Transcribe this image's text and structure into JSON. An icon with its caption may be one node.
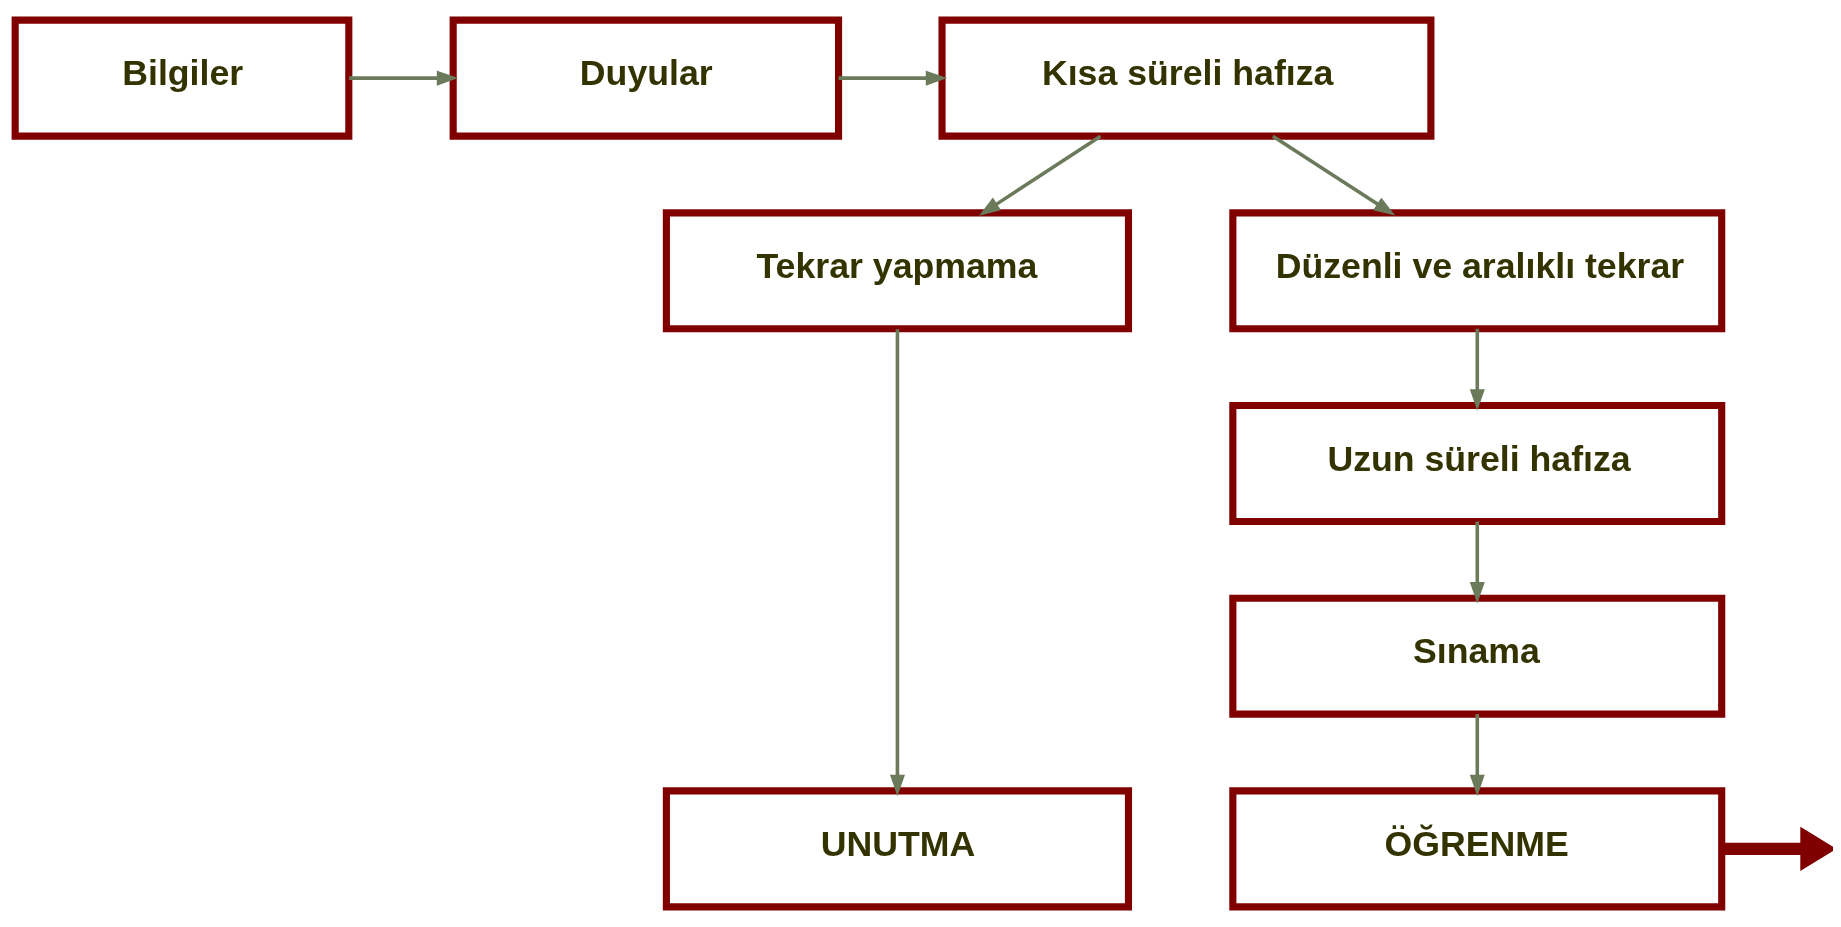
{
  "diagram": {
    "nodes": [
      {
        "text": [
          "Bilgiler"
        ]
      },
      {
        "text": [
          "Duyular"
        ]
      },
      {
        "text": [
          "Kısa süreli hafıza"
        ]
      },
      {
        "text": [
          "Tekrar yapmama"
        ]
      },
      {
        "text": [
          "Düzenli ve aralıklı tekrar"
        ]
      },
      {
        "text": [
          "Uzun süreli hafıza"
        ]
      },
      {
        "text": [
          "Sınama"
        ]
      },
      {
        "text": [
          "UNUTMA"
        ]
      },
      {
        "text": [
          "ÖĞRENME"
        ]
      }
    ],
    "edges": [
      {
        "from": 0,
        "to": 1,
        "arrow": "to"
      },
      {
        "from": 1,
        "to": 2,
        "arrow": "to"
      },
      {
        "from": 2,
        "to": 3,
        "arrow": "to"
      },
      {
        "from": 2,
        "to": 4,
        "arrow": "to"
      },
      {
        "from": 4,
        "to": 5,
        "arrow": "to"
      },
      {
        "from": 5,
        "to": 6,
        "arrow": "to"
      },
      {
        "from": 6,
        "to": 8,
        "arrow": "to"
      },
      {
        "from": 3,
        "to": 7,
        "arrow": "to"
      },
      {
        "from": 8,
        "to": null,
        "arrow": "to",
        "style": "thick",
        "color": "#800000"
      }
    ]
  }
}
